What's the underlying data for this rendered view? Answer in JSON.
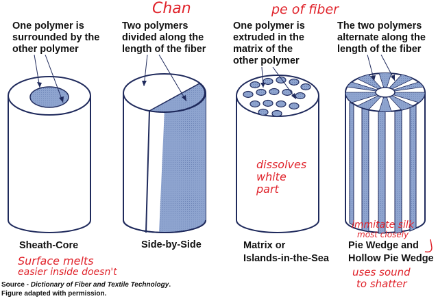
{
  "descriptions": {
    "sheath_core": [
      "One polymer is",
      "surrounded by the",
      "other polymer"
    ],
    "side_by_side": [
      "Two polymers",
      "divided along the",
      "length of the fiber"
    ],
    "matrix": [
      "One polymer is",
      "extruded in the",
      "matrix of the",
      "other polymer"
    ],
    "pie_wedge": [
      "The two polymers",
      "alternate along the",
      "length of the fiber"
    ]
  },
  "names": {
    "sheath_core": "Sheath-Core",
    "side_by_side": "Side-by-Side",
    "matrix": [
      "Matrix or",
      "Islands-in-the-Sea"
    ],
    "pie_wedge": [
      "Pie Wedge and",
      "Hollow Pie Wedge"
    ]
  },
  "handwritten": {
    "chan": "Chan",
    "pe_of_fiber": "pe of fiber",
    "dissolves": [
      "dissolves",
      "white",
      "part"
    ],
    "imitate": [
      "immitate silk",
      "most closely"
    ],
    "surface": [
      "Surface melts",
      "easier inside doesn't"
    ],
    "uses_sound": [
      "uses sound",
      "to shatter"
    ]
  },
  "source": {
    "prefix": "Source - ",
    "title": "Dictionary of Fiber and Textile Technology",
    "suffix": ".",
    "line2": "Figure adapted with permission."
  },
  "colors": {
    "outline": "#1f2a5c",
    "shade": "#8ea4cf",
    "ink": "#e0232b"
  }
}
